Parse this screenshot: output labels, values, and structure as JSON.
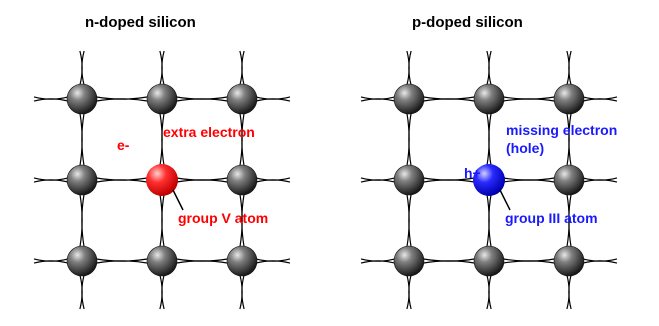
{
  "colors": {
    "background": "#ffffff",
    "atom_silicon": "#3a3a3a",
    "atom_donor": "#ff1a1a",
    "atom_acceptor": "#1a1aff",
    "bond": "#000000",
    "label_n": "#ff0000",
    "label_p": "#1a1aff"
  },
  "panels": [
    {
      "id": "n",
      "title": "n-doped silicon",
      "carrier_label": "e-",
      "carrier_description": "extra electron",
      "dopant_label": "group V atom",
      "dopant_color": "#ff1a1a",
      "label_color": "#ff0000"
    },
    {
      "id": "p",
      "title": "p-doped silicon",
      "carrier_label": "h+",
      "carrier_description": "missing electron",
      "carrier_description_2": "(hole)",
      "dopant_label": "group III atom",
      "dopant_color": "#1a1aff",
      "label_color": "#1a1aff"
    }
  ],
  "lattice": {
    "rows": 3,
    "cols": 3,
    "dopant_position": "center"
  }
}
